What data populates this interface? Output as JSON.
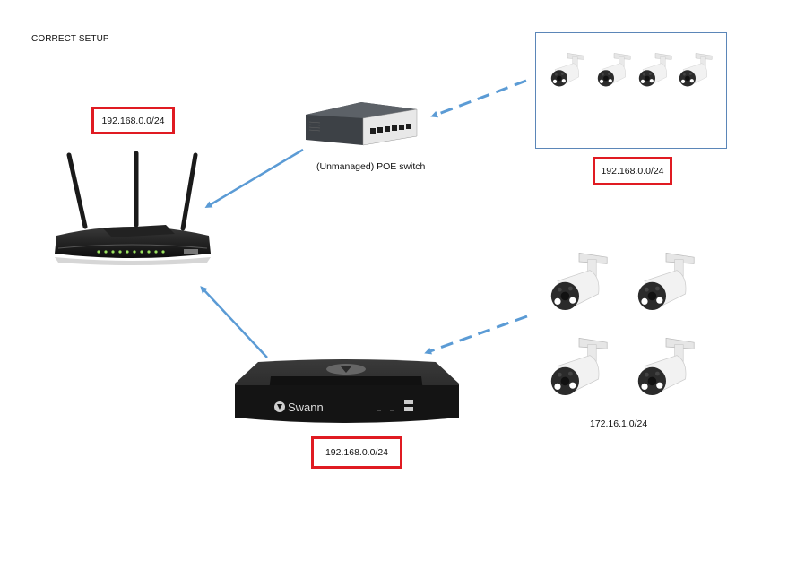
{
  "title": "CORRECT SETUP",
  "router": {
    "ip": "192.168.0.0/24",
    "icon": "router-icon"
  },
  "switch": {
    "label": "(Unmanaged) POE switch",
    "icon": "poe-switch-icon"
  },
  "poe_cameras": {
    "ip": "192.168.0.0/24",
    "count": 4,
    "icon": "bullet-camera-icon"
  },
  "nvr": {
    "ip": "192.168.0.0/24",
    "brand": "Swann",
    "icon": "nvr-icon"
  },
  "nvr_cameras": {
    "ip": "172.16.1.0/24",
    "count": 4,
    "icon": "bullet-camera-icon"
  },
  "colors": {
    "arrow": "#5b9bd5",
    "ip_box_border": "#e01b22",
    "frame_border": "#5b86b8"
  }
}
